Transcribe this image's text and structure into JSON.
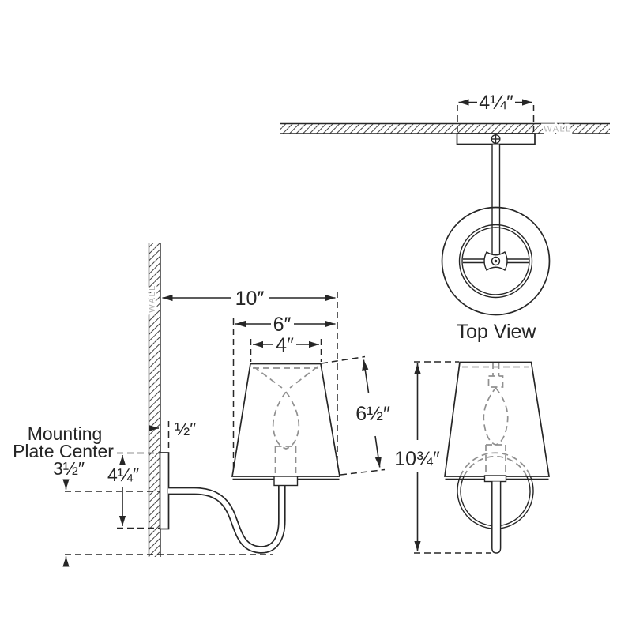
{
  "diagram": "Wall sconce light fixture dimension drawing",
  "views": {
    "top": {
      "title": "Top View",
      "wall": "WALL",
      "backplate_width": "4¼″"
    },
    "side": {
      "wall": "WALL",
      "projection": "10″",
      "shade_bottom_diameter": "6″",
      "shade_top_diameter": "4″",
      "shade_height": "6½″",
      "backplate_thickness": "½″",
      "note_line1": "Mounting",
      "note_line2": "Plate Center",
      "mounting_center_offset": "3½″",
      "backplate_height": "4¼″"
    },
    "front": {
      "overall_height": "10¾″"
    }
  },
  "colors": {
    "line": "#262626",
    "hidden_line": "#909090",
    "wall_text": "#b4b4b4",
    "background": "#ffffff"
  }
}
